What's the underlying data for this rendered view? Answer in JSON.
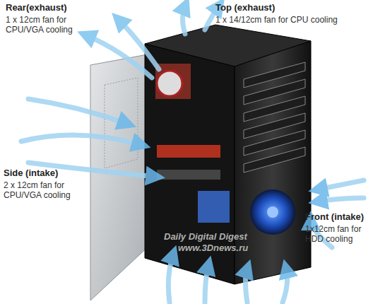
{
  "diagram": {
    "labels": [
      "Rear(exhaust)",
      "1 x 12cm fan for CPU/VGA cooling",
      "Top (exhaust)",
      "1 x 14/12cm fan for CPU cooling",
      "Side (intake)",
      "2 x 12cm fan for CPU/VGA cooling",
      "Front (intake)",
      "1x12cm fan for HDD cooling",
      "Daily Digital Digest",
      "www.3Dnews.ru"
    ]
  }
}
